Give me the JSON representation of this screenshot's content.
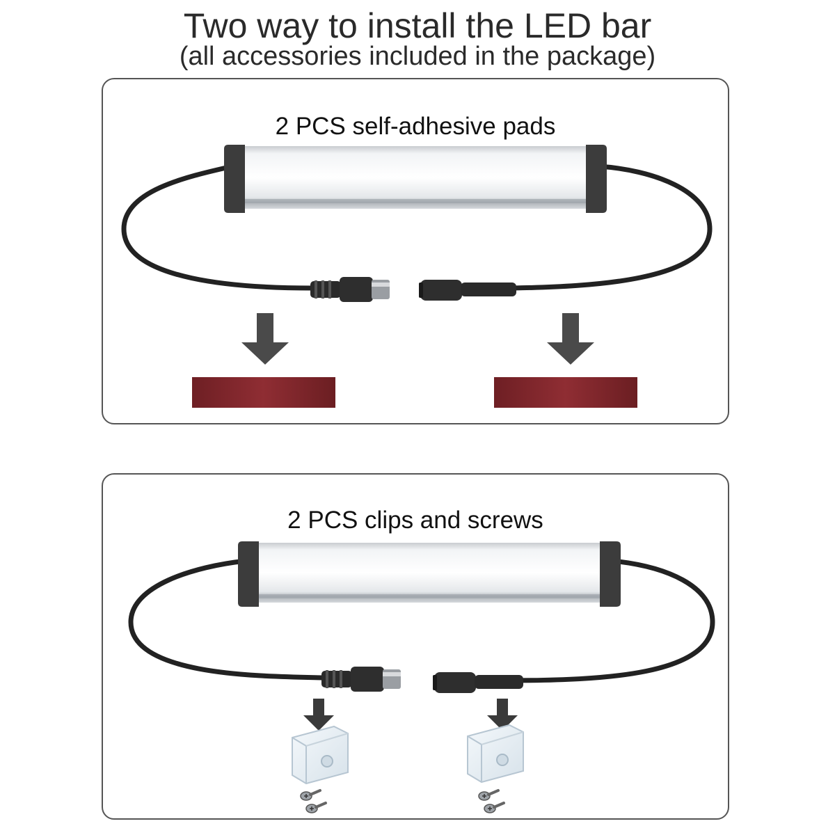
{
  "title": "Two  way to install the LED bar",
  "subtitle": "(all accessories included in the package)",
  "panels": [
    {
      "label": "2 PCS self-adhesive pads",
      "accessory": "adhesive-pad"
    },
    {
      "label": "2 PCS clips and screws",
      "accessory": "clip-and-screws"
    }
  ],
  "colors": {
    "cable": "#222222",
    "end_cap": "#3c3c3c",
    "arrow": "#4a4a4a",
    "pad": "#8b2a2f",
    "panel_border": "#555555"
  }
}
